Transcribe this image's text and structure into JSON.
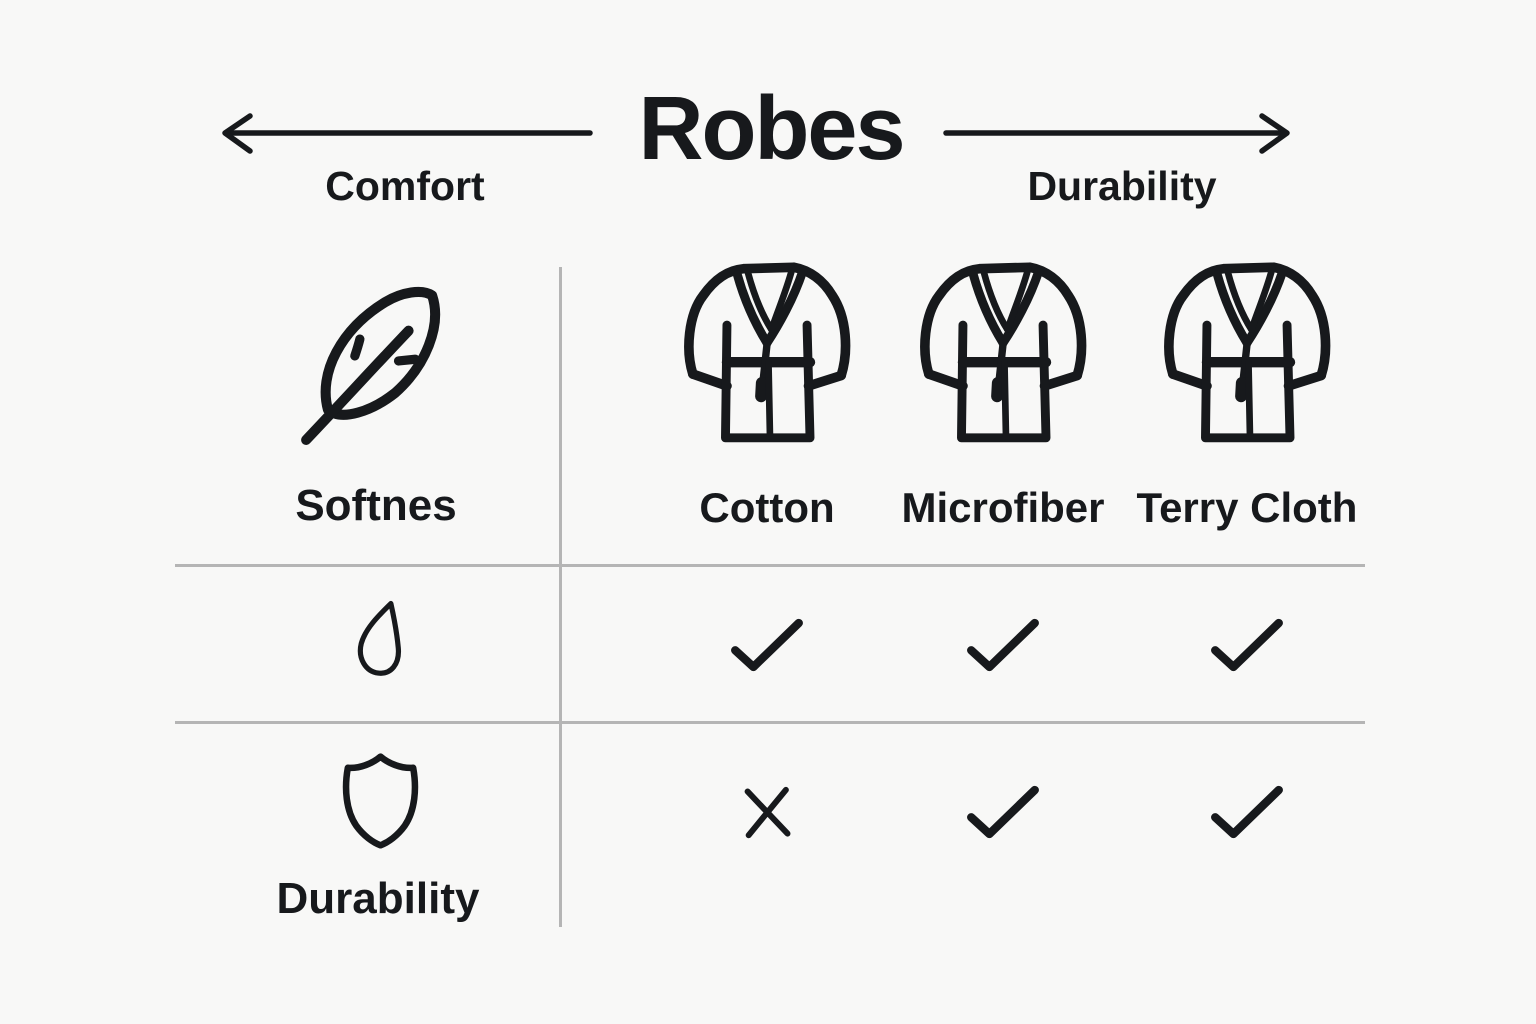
{
  "colors": {
    "ink": "#17191c",
    "grid": "#b5b5b5",
    "background": "#f8f8f7"
  },
  "header": {
    "title": "Robes",
    "left_axis_label": "Comfort",
    "right_axis_label": "Durability",
    "left_arrow_icon": "arrow-left-icon",
    "right_arrow_icon": "arrow-right-icon"
  },
  "table": {
    "corner": {
      "icon": "feather-icon",
      "label": "Softnes"
    },
    "columns": [
      {
        "icon": "robe-icon",
        "label": "Cotton"
      },
      {
        "icon": "robe-icon",
        "label": "Microfiber"
      },
      {
        "icon": "robe-icon",
        "label": "Terry Cloth"
      }
    ],
    "rows": [
      {
        "icon": "water-drop-icon",
        "label": "",
        "values": [
          "check",
          "check",
          "check"
        ]
      },
      {
        "icon": "shield-icon",
        "label": "Durability",
        "values": [
          "cross",
          "check",
          "check"
        ]
      }
    ]
  }
}
